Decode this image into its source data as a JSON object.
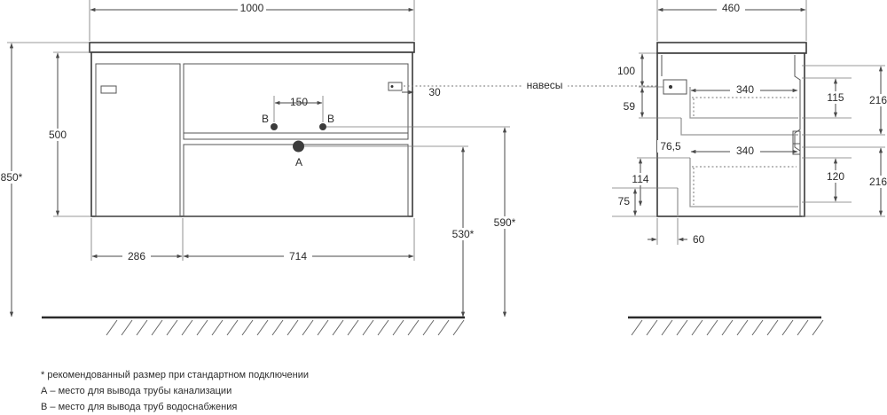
{
  "front": {
    "width": "1000",
    "height_total": "850*",
    "height_body": "500",
    "left_section": "286",
    "right_section": "714",
    "pipe_spacing": "150",
    "pipe_b_left": "B",
    "pipe_b_right": "B",
    "drain": "A",
    "hinge_offset": "30",
    "drain_height": "530*",
    "pipe_height": "590*"
  },
  "side": {
    "depth": "460",
    "hinges_label": "навесы",
    "top_offset": "100",
    "top_drawer_offset": "59",
    "mid_offset": "76,5",
    "lower_offset": "114",
    "bottom_offset": "75",
    "back_gap": "60",
    "drawer_depth_top": "340",
    "drawer_depth_bottom": "340",
    "top_drawer_inner": "115",
    "top_drawer_front": "216",
    "bottom_drawer_inner": "120",
    "bottom_drawer_front": "216"
  },
  "notes": {
    "line1": "* рекомендованный размер при стандартном подключении",
    "line2": "А – место для вывода трубы канализации",
    "line3": "В – место для вывода труб водоснабжения"
  }
}
